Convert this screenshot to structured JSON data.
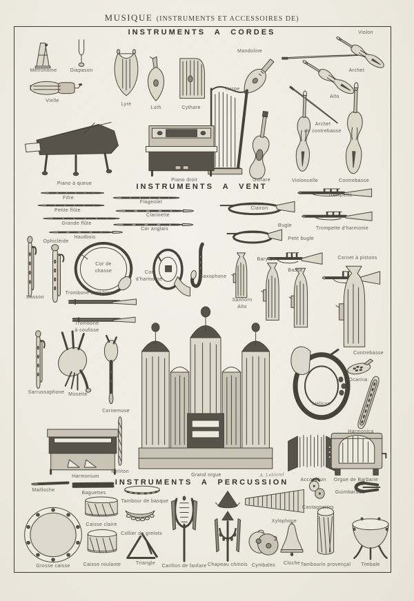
{
  "page_title": {
    "word": "MUSIQUE",
    "paren": "(INSTRUMENTS ET ACCESSOIRES DE)"
  },
  "signature": "A. Leblond",
  "colors": {
    "paper": "#efece3",
    "ink": "#46433b",
    "label": "#5f5c54"
  },
  "sections": [
    {
      "heading": "INSTRUMENTS A CORDES",
      "items": [
        {
          "id": "metronome",
          "label": "Métronome"
        },
        {
          "id": "diapason",
          "label": "Diapason"
        },
        {
          "id": "vielle",
          "label": "Vielle"
        },
        {
          "id": "lyre",
          "label": "Lyre"
        },
        {
          "id": "luth",
          "label": "Luth"
        },
        {
          "id": "cythare",
          "label": "Cythare"
        },
        {
          "id": "mandoline",
          "label": "Mandoline"
        },
        {
          "id": "harpe",
          "label": "Harpe"
        },
        {
          "id": "violon",
          "label": "Violon"
        },
        {
          "id": "archet",
          "label": "Archet"
        },
        {
          "id": "alto",
          "label": "Alto"
        },
        {
          "id": "archet_cb",
          "label": "Archet\nde contrebasse"
        },
        {
          "id": "piano_queue",
          "label": "Piano à queue"
        },
        {
          "id": "piano_droit",
          "label": "Piano droit"
        },
        {
          "id": "guitare",
          "label": "Guitare"
        },
        {
          "id": "violoncelle",
          "label": "Violoncelle"
        },
        {
          "id": "contrebasse_c",
          "label": "Contrebasse"
        }
      ]
    },
    {
      "heading": "INSTRUMENTS A VENT",
      "items": [
        {
          "id": "fifre",
          "label": "Fifre"
        },
        {
          "id": "petite_flute",
          "label": "Petite flûte"
        },
        {
          "id": "grande_flute",
          "label": "Grande flûte"
        },
        {
          "id": "hautbois",
          "label": "Hautbois"
        },
        {
          "id": "flageolet",
          "label": "Flageolet"
        },
        {
          "id": "clarinette",
          "label": "Clarinette"
        },
        {
          "id": "cor_anglais",
          "label": "Cor anglais"
        },
        {
          "id": "ophicleide",
          "label": "Ophicléide"
        },
        {
          "id": "clairon",
          "label": "Clairon"
        },
        {
          "id": "trompette",
          "label": "Trompette"
        },
        {
          "id": "bugle",
          "label": "Bugle"
        },
        {
          "id": "trompette_h",
          "label": "Trompette d'harmonie"
        },
        {
          "id": "petit_bugle",
          "label": "Petit bugle"
        },
        {
          "id": "cornet",
          "label": "Cornet à pistons"
        },
        {
          "id": "baryton",
          "label": "Baryton"
        },
        {
          "id": "cor_chasse",
          "label": "Cor de\nchasse"
        },
        {
          "id": "cor_harmonie",
          "label": "Cor\nd'harmonie"
        },
        {
          "id": "basson",
          "label": "Basson"
        },
        {
          "id": "trombone_p",
          "label": "Trombone à pistons"
        },
        {
          "id": "trombone_c",
          "label": "Trombone\nà coulisse"
        },
        {
          "id": "saxophone",
          "label": "Saxophone"
        },
        {
          "id": "saxhorn",
          "label": "Saxhorn\nAlto"
        },
        {
          "id": "basse",
          "label": "Basse"
        },
        {
          "id": "contrebasse_v",
          "label": "Contrebasse"
        },
        {
          "id": "sarrussophone",
          "label": "Sarrussophone"
        },
        {
          "id": "musette",
          "label": "Musette"
        },
        {
          "id": "cornemuse",
          "label": "Cornemuse"
        },
        {
          "id": "ocarina",
          "label": "Ocarina"
        },
        {
          "id": "helicon",
          "label": "Hélicon"
        },
        {
          "id": "harmonica",
          "label": "Harmonica"
        },
        {
          "id": "harmonium",
          "label": "Harmonium"
        },
        {
          "id": "mirliton",
          "label": "Mirliton"
        },
        {
          "id": "grand_orgue",
          "label": "Grand orgue"
        },
        {
          "id": "accordeon",
          "label": "Accordéon"
        },
        {
          "id": "orgue_barbarie",
          "label": "Orgue de Barbarie"
        }
      ]
    },
    {
      "heading": "INSTRUMENTS A PERCUSSION",
      "items": [
        {
          "id": "mailloche",
          "label": "Mailloche"
        },
        {
          "id": "baguettes",
          "label": "Baguettes"
        },
        {
          "id": "tambour_basque",
          "label": "Tambour de basque"
        },
        {
          "id": "caisse_claire",
          "label": "Caisse claire"
        },
        {
          "id": "collier",
          "label": "Collier de grelots"
        },
        {
          "id": "grosse_caisse",
          "label": "Grosse caisse"
        },
        {
          "id": "caisse_roulante",
          "label": "Caisse roulante"
        },
        {
          "id": "triangle",
          "label": "Triangle"
        },
        {
          "id": "carillon",
          "label": "Carillon de fanfare"
        },
        {
          "id": "chapeau",
          "label": "Chapeau chinois"
        },
        {
          "id": "cymbales",
          "label": "Cymbales"
        },
        {
          "id": "cloche",
          "label": "Cloche"
        },
        {
          "id": "tambourin_p",
          "label": "Tambourin provençal"
        },
        {
          "id": "timbale",
          "label": "Timbale"
        },
        {
          "id": "guimbarde",
          "label": "Guimbarde"
        },
        {
          "id": "castagnettes",
          "label": "Castagnettes"
        },
        {
          "id": "xylophone",
          "label": "Xylophone"
        }
      ]
    }
  ]
}
